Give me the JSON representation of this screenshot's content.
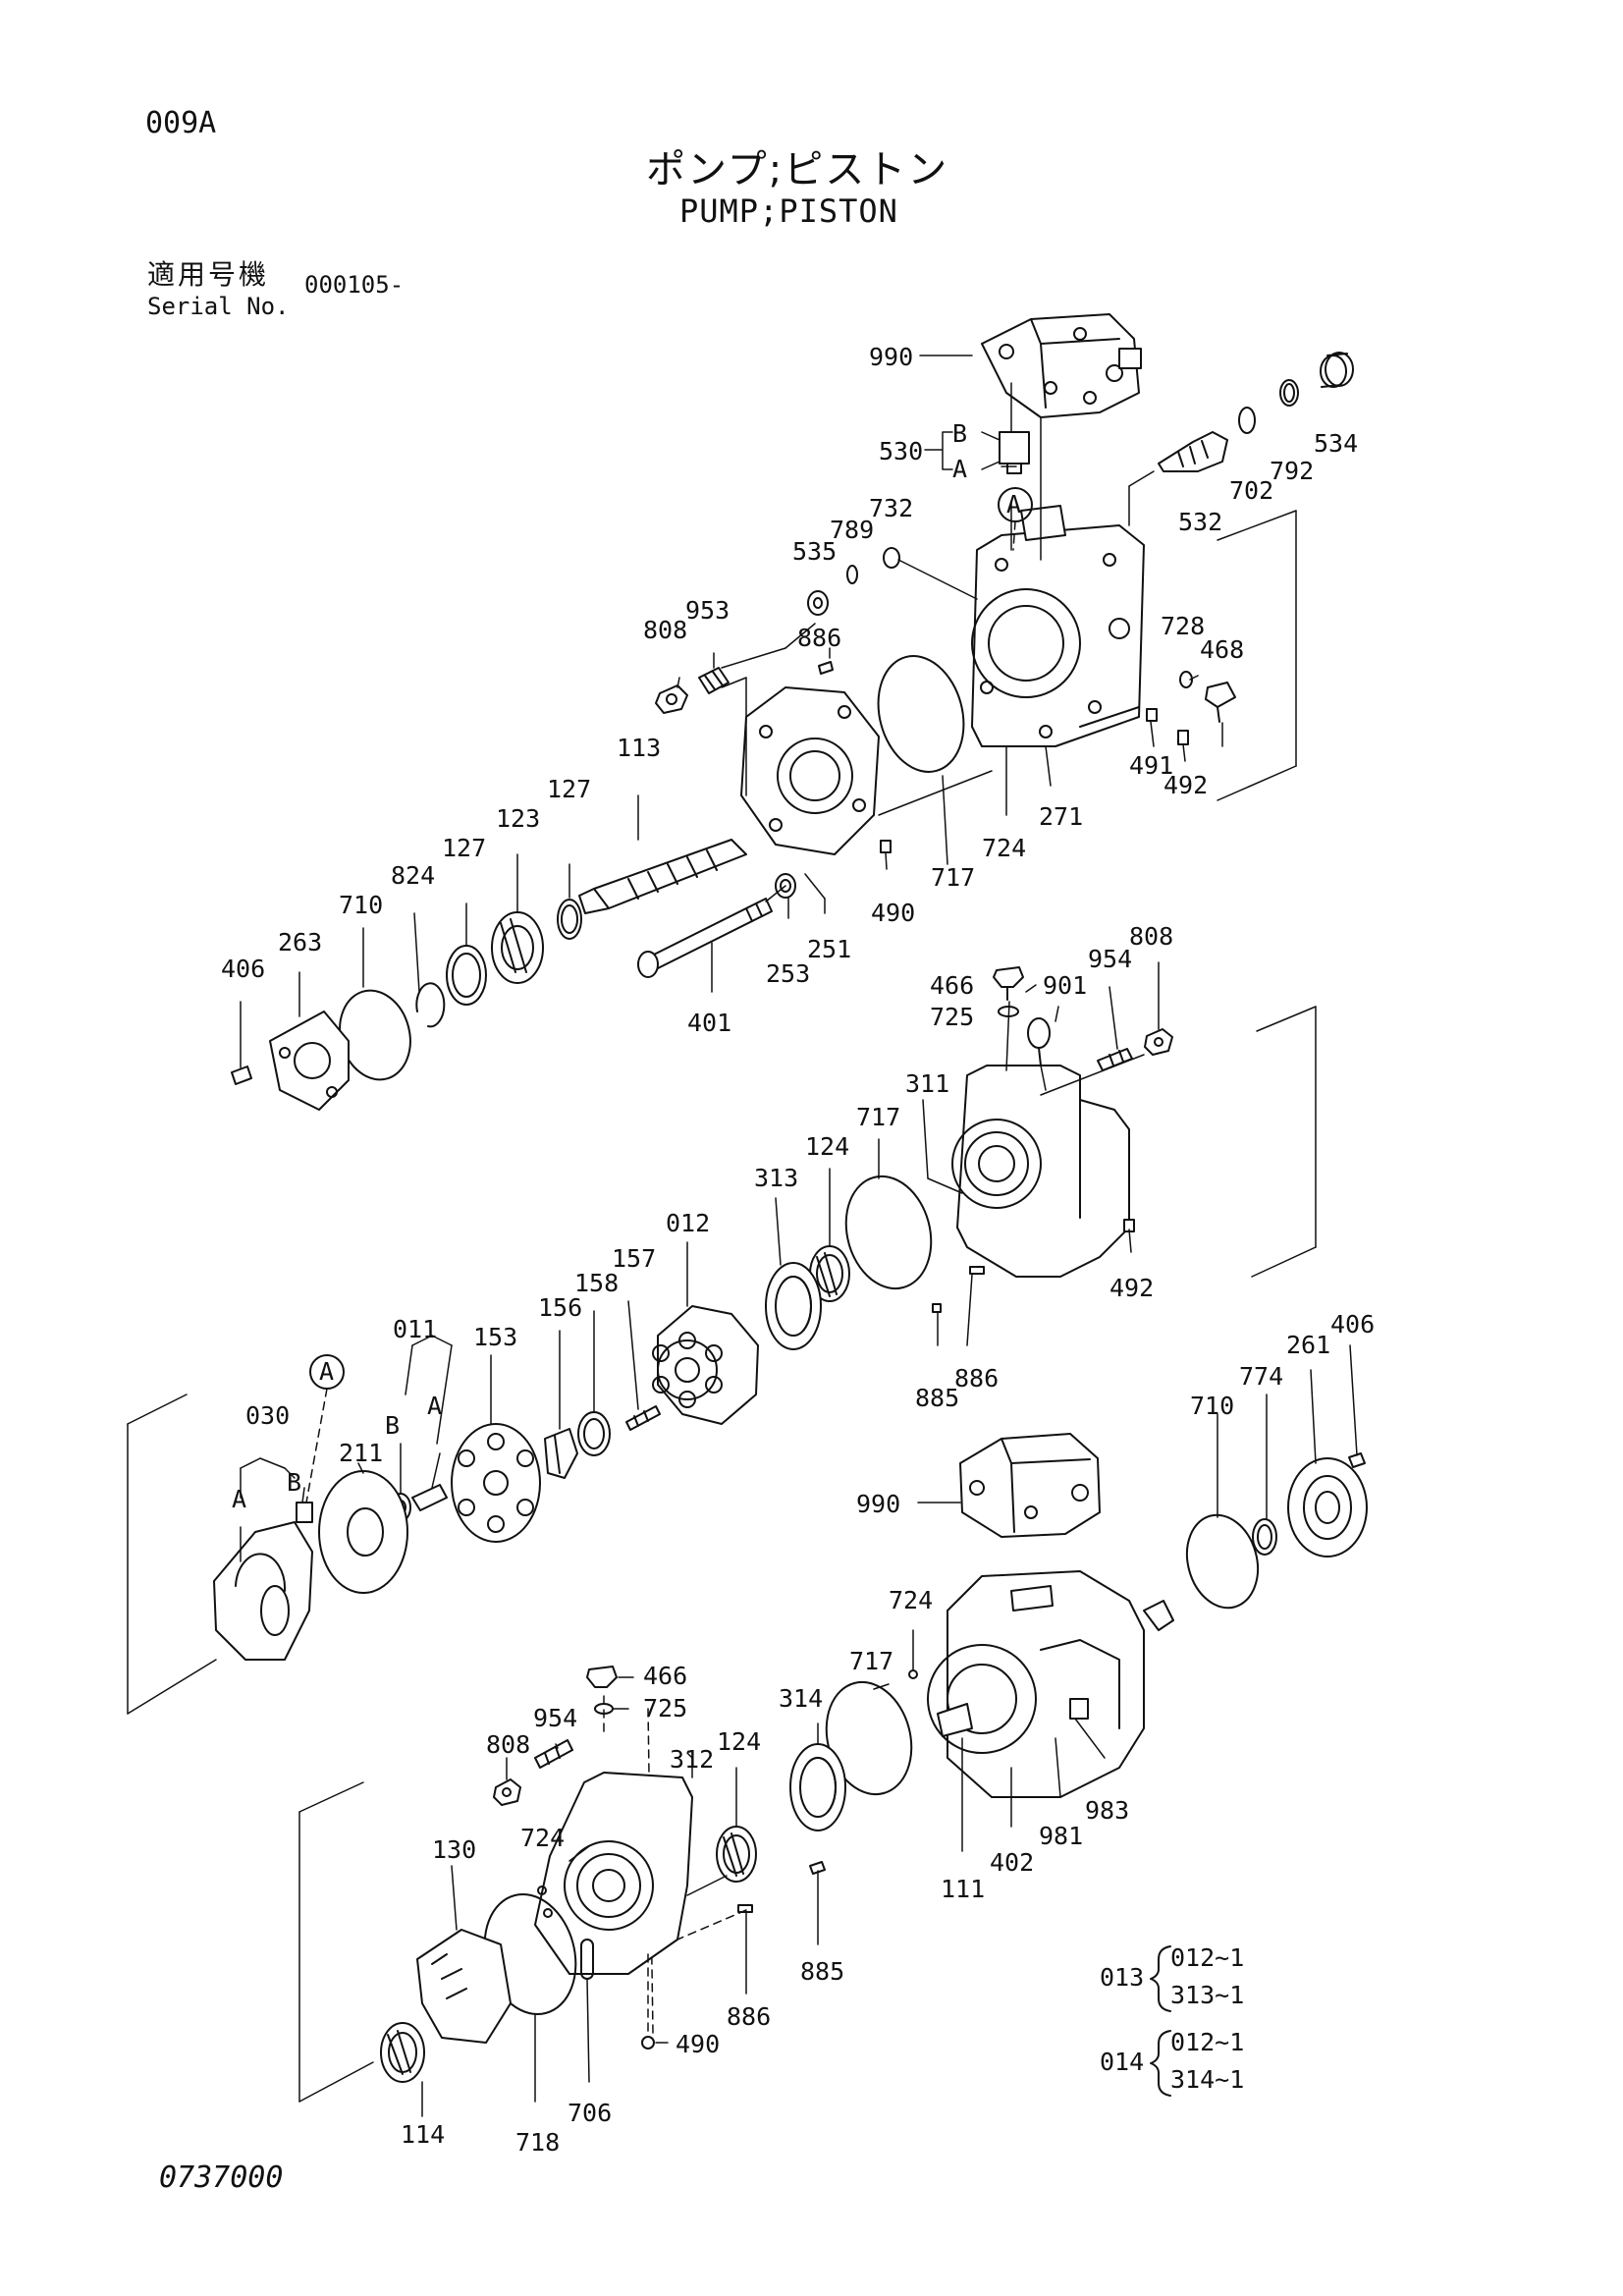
{
  "header": {
    "page_code": "009A",
    "title_jp": "ポンプ;ピストン",
    "title_en": "PUMP;PISTON",
    "serial_label_jp": "適用号機",
    "serial_label_en": "Serial No.",
    "serial_value": "000105-"
  },
  "footer": {
    "doc_code": "0737000"
  },
  "parts": {
    "p990a": "990",
    "p990b": "990",
    "p530": "530",
    "p530_b": "B",
    "p530_a": "A",
    "pA_top": "A",
    "pA_mid": "A",
    "p534": "534",
    "p792": "792",
    "p702": "702",
    "p532": "532",
    "p732": "732",
    "p789": "789",
    "p535": "535",
    "p953": "953",
    "p808a": "808",
    "p808b": "808",
    "p808c": "808",
    "p886a": "886",
    "p886b": "886",
    "p886c": "886",
    "p728": "728",
    "p468": "468",
    "p491": "491",
    "p492a": "492",
    "p492b": "492",
    "p113": "113",
    "p127a": "127",
    "p127b": "127",
    "p123": "123",
    "p824": "824",
    "p710a": "710",
    "p710b": "710",
    "p263": "263",
    "p406a": "406",
    "p406b": "406",
    "p717a": "717",
    "p717b": "717",
    "p717c": "717",
    "p724a": "724",
    "p724b": "724",
    "p724c": "724",
    "p271": "271",
    "p490a": "490",
    "p490b": "490",
    "p251": "251",
    "p253": "253",
    "p401": "401",
    "p466a": "466",
    "p466b": "466",
    "p725a": "725",
    "p725b": "725",
    "p901": "901",
    "p954a": "954",
    "p954b": "954",
    "p311": "311",
    "p124a": "124",
    "p124b": "124",
    "p313": "313",
    "p012": "012",
    "p011": "011",
    "p011_b": "B",
    "p011_a": "A",
    "p157": "157",
    "p158": "158",
    "p156": "156",
    "p153": "153",
    "p030": "030",
    "p030_a": "A",
    "p030_b": "B",
    "p211": "211",
    "p885a": "885",
    "p885b": "885",
    "p774": "774",
    "p261": "261",
    "p314": "314",
    "p312": "312",
    "p130": "130",
    "p114": "114",
    "p718": "718",
    "p706": "706",
    "p111": "111",
    "p402": "402",
    "p981": "981",
    "p983": "983"
  },
  "sets": {
    "s013": "013",
    "s013_a": "012~1",
    "s013_b": "313~1",
    "s014": "014",
    "s014_a": "012~1",
    "s014_b": "314~1"
  }
}
